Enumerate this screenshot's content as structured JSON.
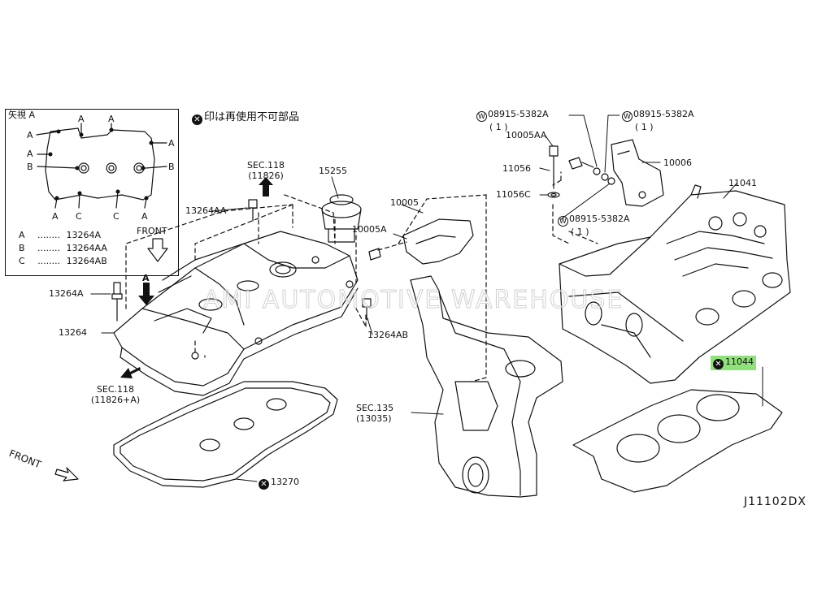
{
  "inset": {
    "title": "矢視 A",
    "marks": {
      "a": "A",
      "b": "B",
      "c": "C"
    },
    "legend": [
      {
        "key": "A",
        "dots": "........",
        "part": "13264A"
      },
      {
        "key": "B",
        "dots": "........",
        "part": "13264AA"
      },
      {
        "key": "C",
        "dots": "........",
        "part": "13264AB"
      }
    ],
    "front": "FRONT"
  },
  "note": {
    "mark": "✕",
    "text": "印は再使用不可部品"
  },
  "labels": {
    "sec118_top": "SEC.118",
    "sec118_top_sub": "(11826)",
    "p15255": "15255",
    "p13264AA": "13264AA",
    "p10005": "10005",
    "p10005A": "10005A",
    "p13264A": "13264A",
    "arrow_a": "A",
    "p13264": "13264",
    "p13264AB": "13264AB",
    "sec118_bot": "SEC.118",
    "sec118_bot_sub": "(11826+A)",
    "sec135": "SEC.135",
    "sec135_sub": "(13035)",
    "p13270": "13270",
    "front": "FRONT",
    "w1": "08915-5382A",
    "w1_sub": "( 1 )",
    "w2": "08915-5382A",
    "w2_sub": "( 1 )",
    "w3": "08915-5382A",
    "w3_sub": "( 1 )",
    "w_mark": "W",
    "p10005AA": "10005AA",
    "p10006": "10006",
    "p11056": "11056",
    "p11056C": "11056C",
    "p11041": "11041",
    "p11044": "11044",
    "diagram_id": "J11102DX"
  },
  "watermark": "AMI AUTOMOTIVE WAREHOUSE",
  "colors": {
    "line": "#111111",
    "highlight": "#8fe27a",
    "fill": "#ffffff"
  }
}
